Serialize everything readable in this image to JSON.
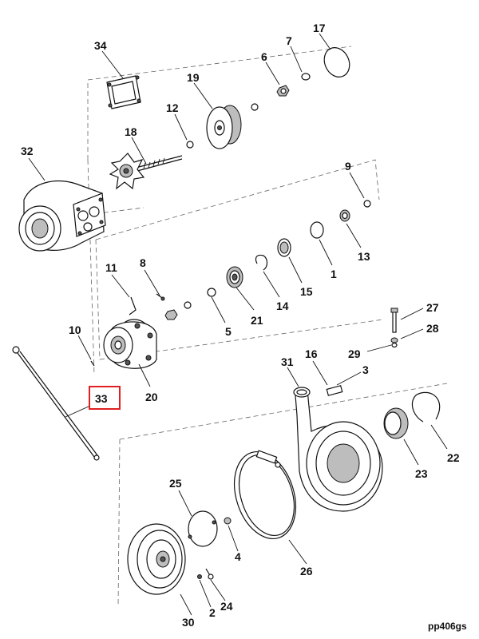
{
  "figure_code": "pp406gs",
  "highlighted_callout": "33",
  "highlight_color": "#e02020",
  "callouts": {
    "c1": "1",
    "c2": "2",
    "c3": "3",
    "c4": "4",
    "c5": "5",
    "c6": "6",
    "c7": "7",
    "c8": "8",
    "c9": "9",
    "c10": "10",
    "c11": "11",
    "c12": "12",
    "c13": "13",
    "c14": "14",
    "c15": "15",
    "c16": "16",
    "c17": "17",
    "c18": "18",
    "c19": "19",
    "c20": "20",
    "c21": "21",
    "c22": "22",
    "c23": "23",
    "c24": "24",
    "c25": "25",
    "c26": "26",
    "c27": "27",
    "c28": "28",
    "c29": "29",
    "c30": "30",
    "c31": "31",
    "c32": "32",
    "c33": "33",
    "c34": "34"
  }
}
